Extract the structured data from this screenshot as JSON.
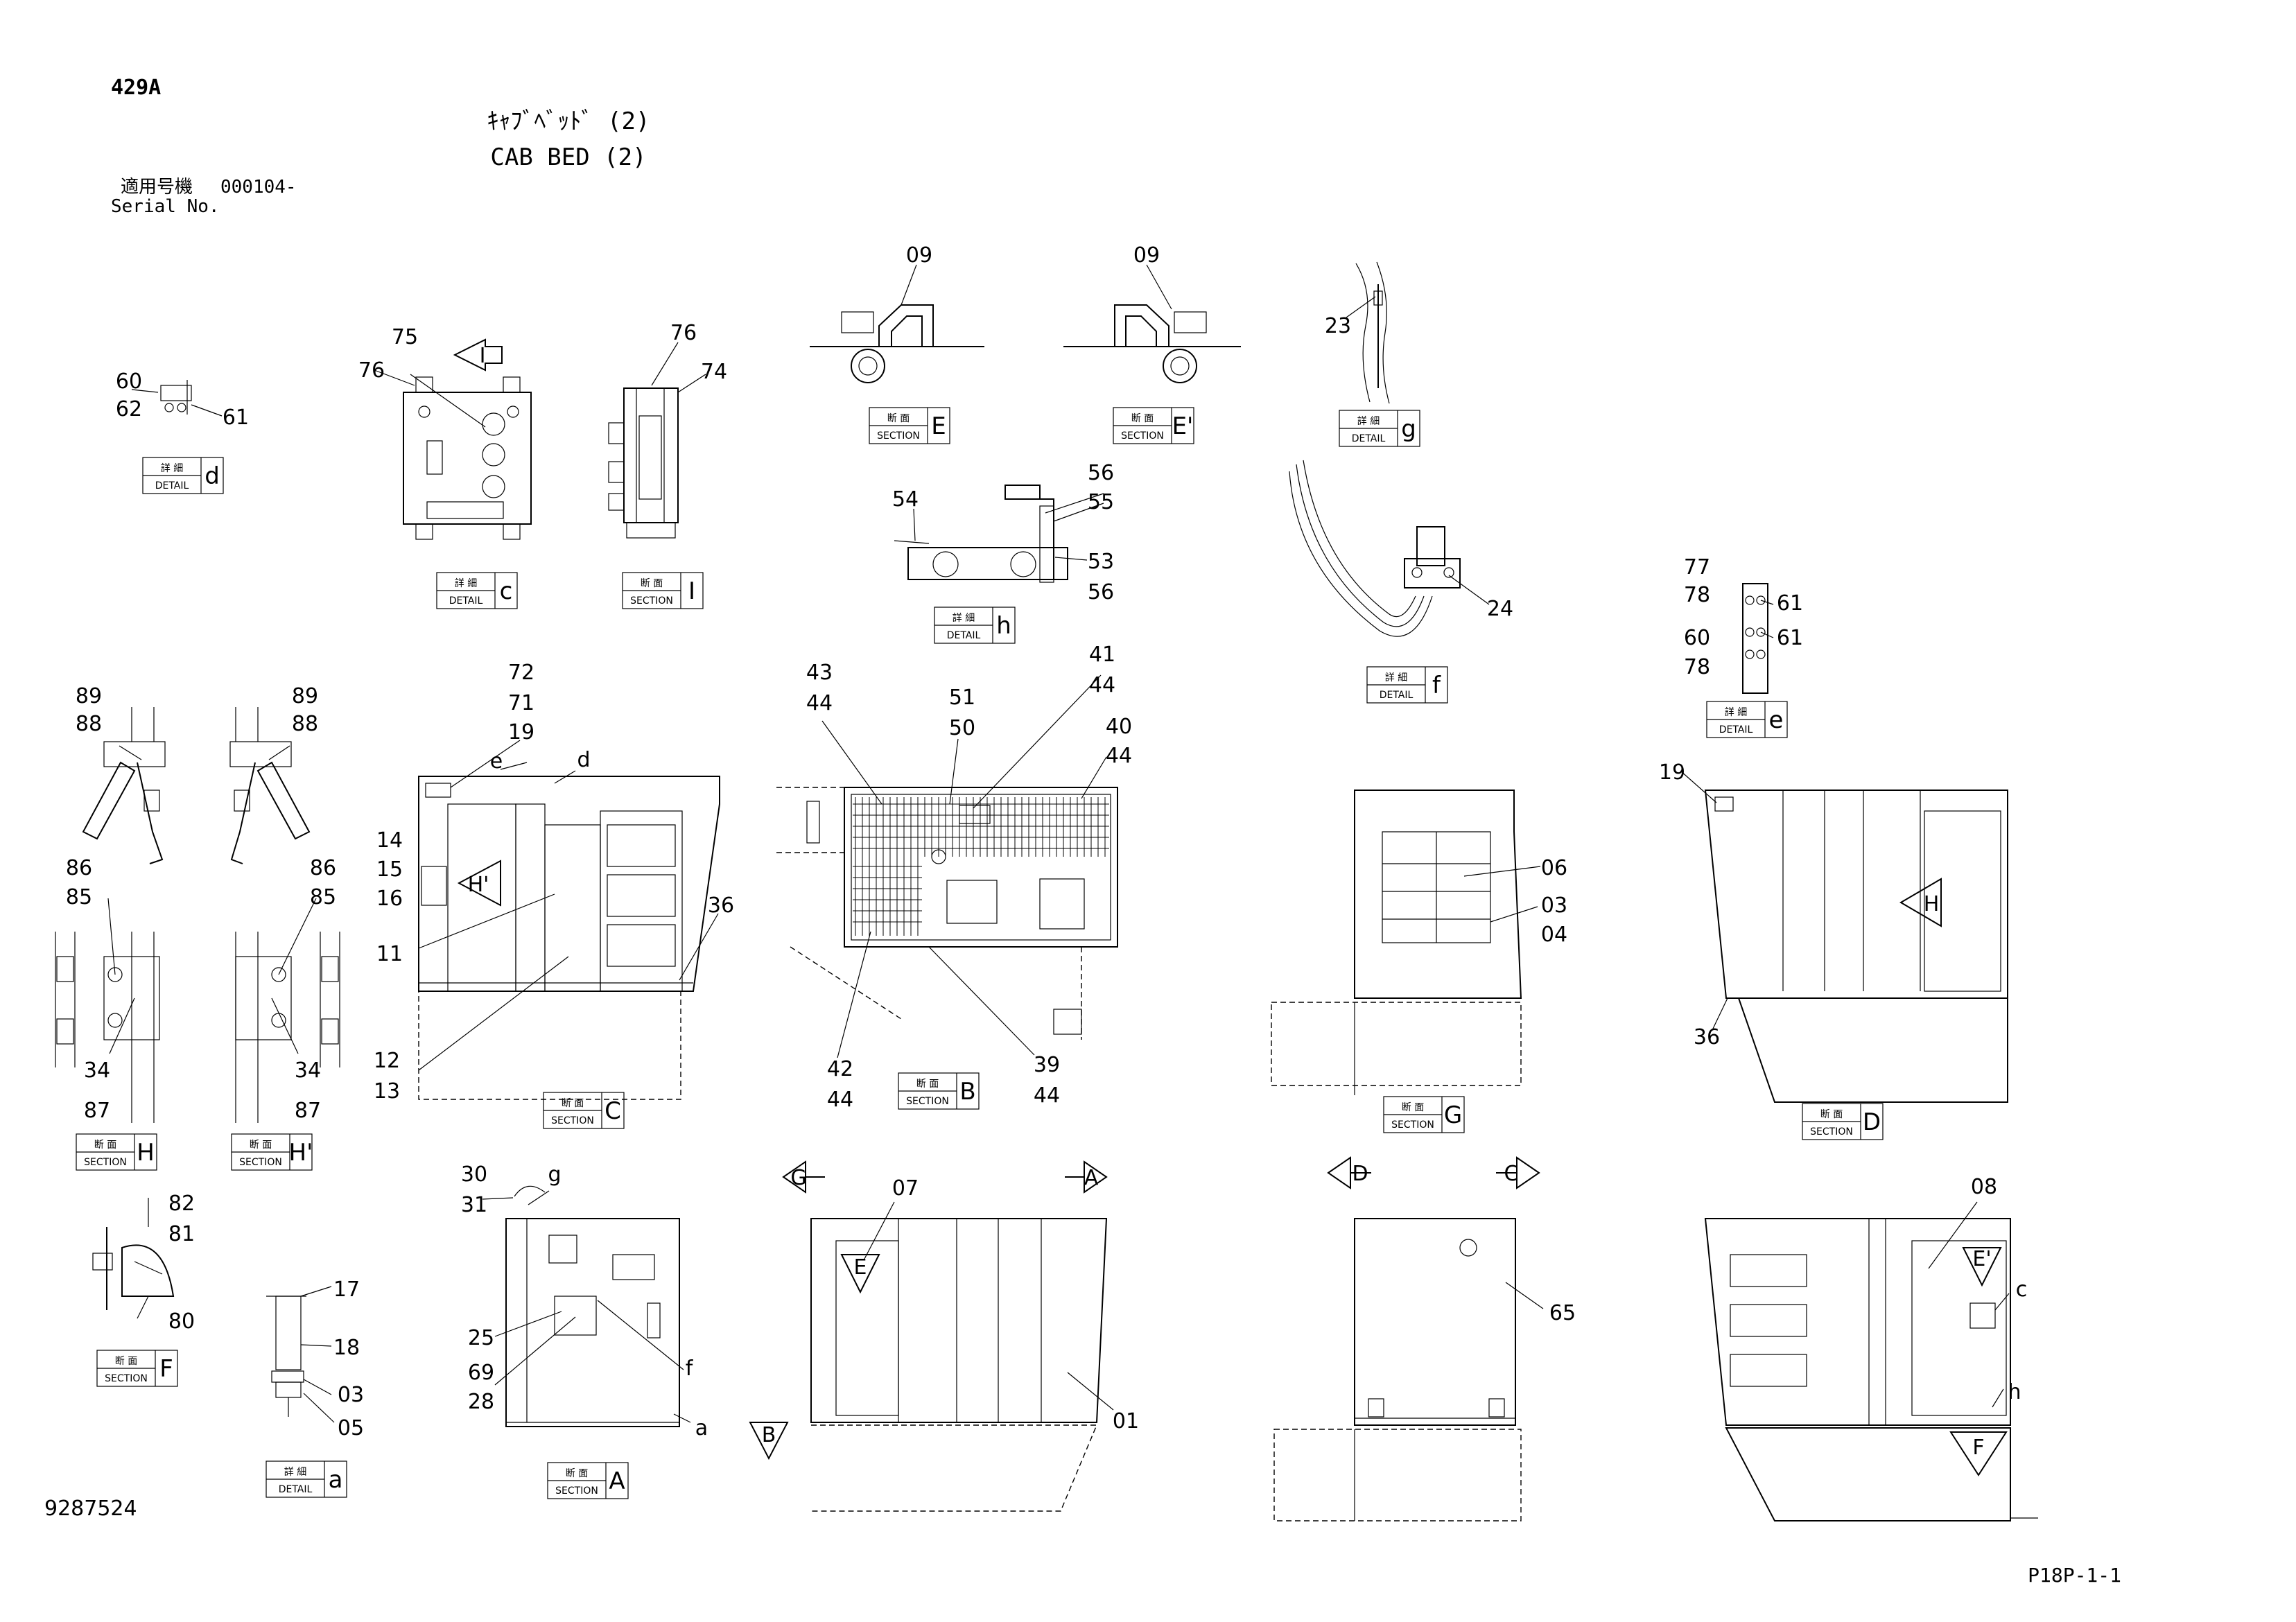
{
  "header": {
    "code": "429A",
    "title_jp": "ｷｬﾌﾞﾍﾞｯﾄﾞ (2)",
    "title_en": "CAB BED (2)",
    "serial_jp": "適用号機",
    "serial_value": "000104-",
    "serial_en": "Serial No."
  },
  "footer": {
    "drawing_no": "9287524",
    "page_ref": "P18P-1-1"
  },
  "tag_words": {
    "detail_jp": "詳 細",
    "detail_en": "DETAIL",
    "section_jp": "断 面",
    "section_en": "SECTION"
  },
  "tags": [
    {
      "kind": "detail",
      "letter": "d"
    },
    {
      "kind": "detail",
      "letter": "c"
    },
    {
      "kind": "section",
      "letter": "I"
    },
    {
      "kind": "section",
      "letter": "E"
    },
    {
      "kind": "section",
      "letter": "E'"
    },
    {
      "kind": "detail",
      "letter": "g"
    },
    {
      "kind": "detail",
      "letter": "h"
    },
    {
      "kind": "detail",
      "letter": "f"
    },
    {
      "kind": "detail",
      "letter": "e"
    },
    {
      "kind": "section",
      "letter": "C"
    },
    {
      "kind": "section",
      "letter": "B"
    },
    {
      "kind": "section",
      "letter": "G"
    },
    {
      "kind": "section",
      "letter": "D"
    },
    {
      "kind": "section",
      "letter": "H"
    },
    {
      "kind": "section",
      "letter": "H'"
    },
    {
      "kind": "section",
      "letter": "F"
    },
    {
      "kind": "detail",
      "letter": "a"
    },
    {
      "kind": "section",
      "letter": "A"
    }
  ],
  "view_arrows": [
    "I",
    "H'",
    "H",
    "E",
    "E'",
    "G",
    "A",
    "D",
    "C",
    "B",
    "F"
  ],
  "callouts": [
    "60",
    "62",
    "61",
    "75",
    "76",
    "76",
    "74",
    "09",
    "09",
    "23",
    "54",
    "56",
    "55",
    "53",
    "56",
    "24",
    "77",
    "78",
    "61",
    "60",
    "78",
    "61",
    "89",
    "88",
    "89",
    "88",
    "86",
    "85",
    "86",
    "85",
    "34",
    "87",
    "34",
    "87",
    "72",
    "71",
    "19",
    "e",
    "d",
    "14",
    "15",
    "16",
    "11",
    "12",
    "13",
    "36",
    "43",
    "44",
    "51",
    "50",
    "41",
    "44",
    "40",
    "44",
    "42",
    "44",
    "39",
    "44",
    "06",
    "03",
    "04",
    "19",
    "36",
    "82",
    "81",
    "80",
    "17",
    "18",
    "03",
    "05",
    "30",
    "31",
    "g",
    "25",
    "69",
    "28",
    "f",
    "a",
    "07",
    "01",
    "65",
    "08",
    "c",
    "h"
  ]
}
